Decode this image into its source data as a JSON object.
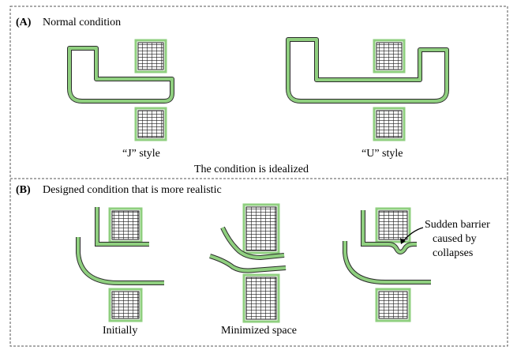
{
  "panel_a": {
    "tag": "(A)",
    "title": "Normal condition",
    "caption_left": "“J” style",
    "caption_right": "“U” style",
    "footer": "The condition is idealized"
  },
  "panel_b": {
    "tag": "(B)",
    "title": "Designed condition that is more realistic",
    "caption_left": "Initially",
    "caption_mid": "Minimized space",
    "annotation": [
      "Sudden barrier",
      "caused by",
      "collapses"
    ]
  },
  "colors": {
    "path_fill": "#8fcf7f",
    "path_stroke": "#2b2b2b",
    "block_border": "#8fcf7f",
    "block_grid": "#222222",
    "frame_dash": "#555555"
  }
}
